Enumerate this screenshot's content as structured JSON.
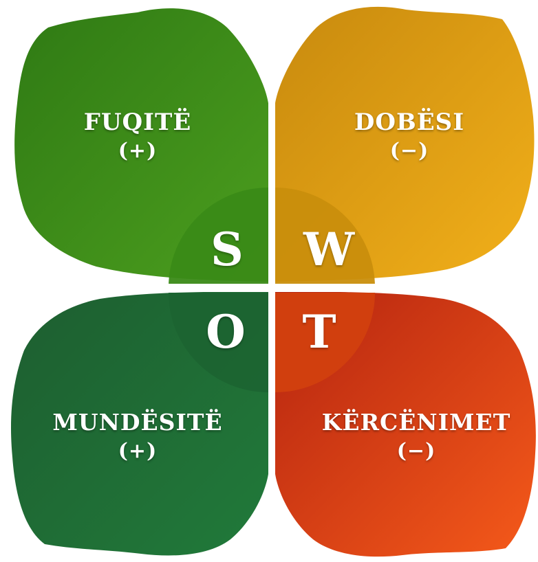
{
  "quadrants": {
    "strengths": {
      "title": "FUQITË",
      "sign": "(+)",
      "letter": "S",
      "color": "#3f8f1a"
    },
    "weaknesses": {
      "title": "DOBËSI",
      "sign": "(−)",
      "letter": "W",
      "color": "#d99a10"
    },
    "opportunities": {
      "title": "MUNDËSITË",
      "sign": "(+)",
      "letter": "O",
      "color": "#1e6b34"
    },
    "threats": {
      "title": "KËRCËNIMET",
      "sign": "(−)",
      "letter": "T",
      "color": "#e0481a"
    }
  }
}
